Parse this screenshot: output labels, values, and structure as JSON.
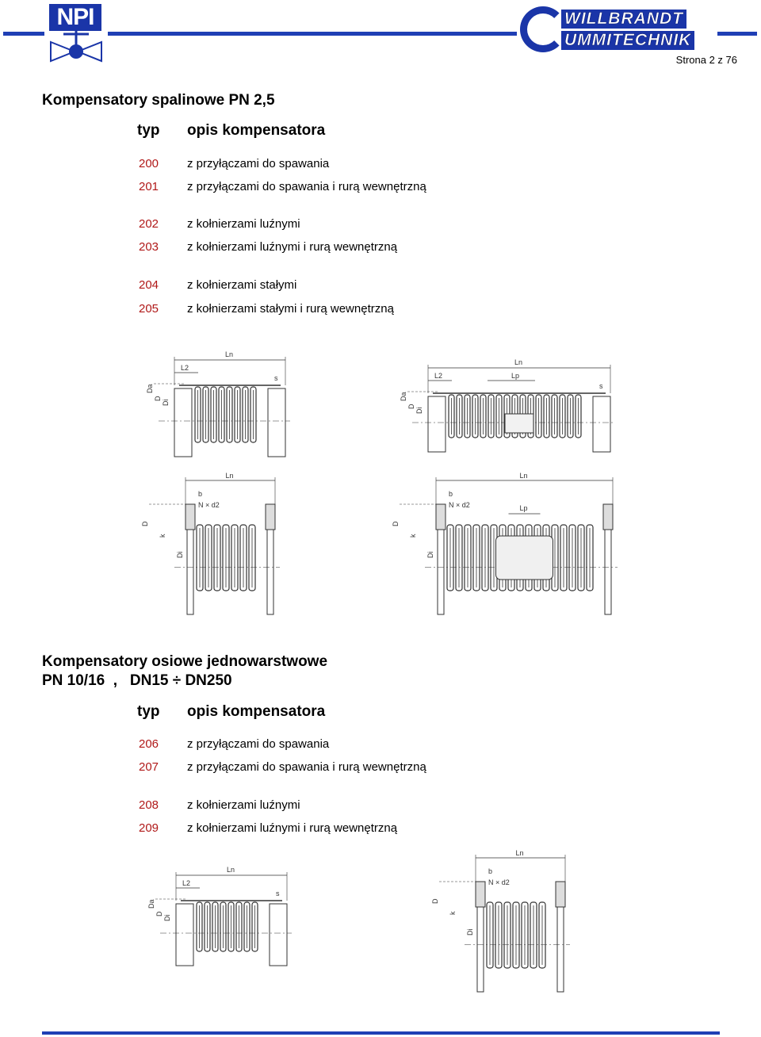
{
  "header": {
    "left_logo": "NPI",
    "right_logo_line1": "WILLBRANDT",
    "right_logo_line2": "UMMITECHNIK",
    "page_number": "Strona 2 z 76"
  },
  "section1": {
    "title": "Kompensatory spalinowe PN 2,5",
    "col_typ": "typ",
    "col_desc": "opis kompensatora",
    "rows": [
      {
        "typ": "200",
        "desc": "z przyłączami do spawania"
      },
      {
        "typ": "201",
        "desc": "z przyłączami do spawania i rurą wewnętrzną"
      },
      {
        "typ": "202",
        "desc": "z kołnierzami luźnymi"
      },
      {
        "typ": "203",
        "desc": "z kołnierzami luźnymi i rurą wewnętrzną"
      },
      {
        "typ": "204",
        "desc": "z kołnierzami stałymi"
      },
      {
        "typ": "205",
        "desc": "z kołnierzami stałymi i rurą wewnętrzną"
      }
    ]
  },
  "section2": {
    "title_line1": "Kompensatory osiowe jednowarstwowe",
    "title_line2": "PN 10/16  ,   DN15 ÷ DN250",
    "col_typ": "typ",
    "col_desc": "opis kompensatora",
    "rows": [
      {
        "typ": "206",
        "desc": "z przyłączami do spawania"
      },
      {
        "typ": "207",
        "desc": "z przyłączami do spawania i rurą wewnętrzną"
      },
      {
        "typ": "208",
        "desc": "z kołnierzami luźnymi"
      },
      {
        "typ": "209",
        "desc": "z kołnierzami luźnymi i rurą wewnętrzną"
      }
    ]
  },
  "drawing_labels": {
    "ln": "Ln",
    "l2": "L2",
    "lp": "Lp",
    "s": "s",
    "da": "Da",
    "d": "D",
    "di": "Di",
    "k": "k",
    "b": "b",
    "n_d2": "N × d2"
  },
  "colors": {
    "accent_blue": "#1f3fb5",
    "type_red": "#b01818"
  }
}
